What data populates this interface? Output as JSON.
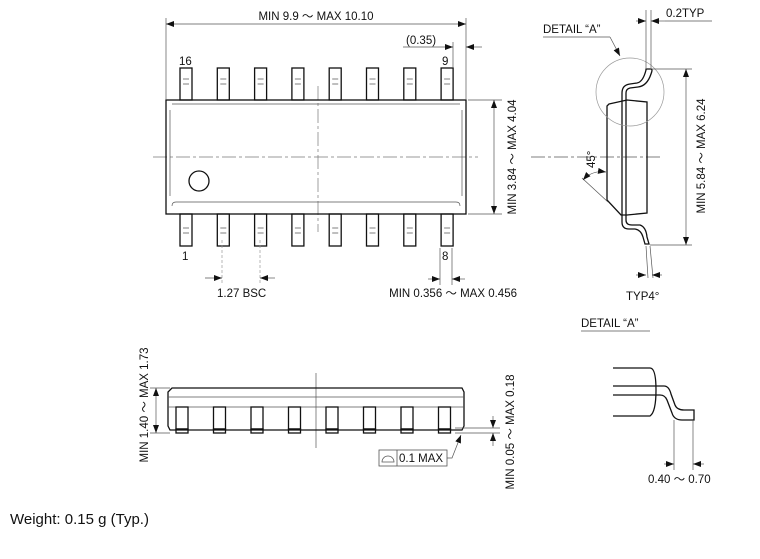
{
  "top_view": {
    "length_dim": "MIN 9.9 ～ MAX 10.10",
    "end_offset_dim": "(0.35)",
    "width_dim": "MIN 3.84 ～ MAX 4.04",
    "pitch_dim": "1.27 BSC",
    "lead_width_dim": "MIN 0.356 ～ MAX 0.456",
    "pin_16": "16",
    "pin_9": "9",
    "pin_1": "1",
    "pin_8": "8"
  },
  "side_view": {
    "detail_label": "DETAIL “A”",
    "lead_thickness_dim": "0.2TYP",
    "span_dim": "MIN 5.84 ～ MAX 6.24",
    "chamfer_angle": "45°",
    "lead_angle": "TYP4°"
  },
  "detail_a": {
    "title": "DETAIL “A”",
    "foot_length_dim": "0.40 ～ 0.70"
  },
  "front_view": {
    "height_dim": "MIN 1.40 ～ MAX 1.73",
    "standoff_dim": "MIN 0.05 ～ MAX 0.18",
    "coplanarity": "0.1 MAX"
  },
  "weight": "Weight: 0.15 g (Typ.)"
}
